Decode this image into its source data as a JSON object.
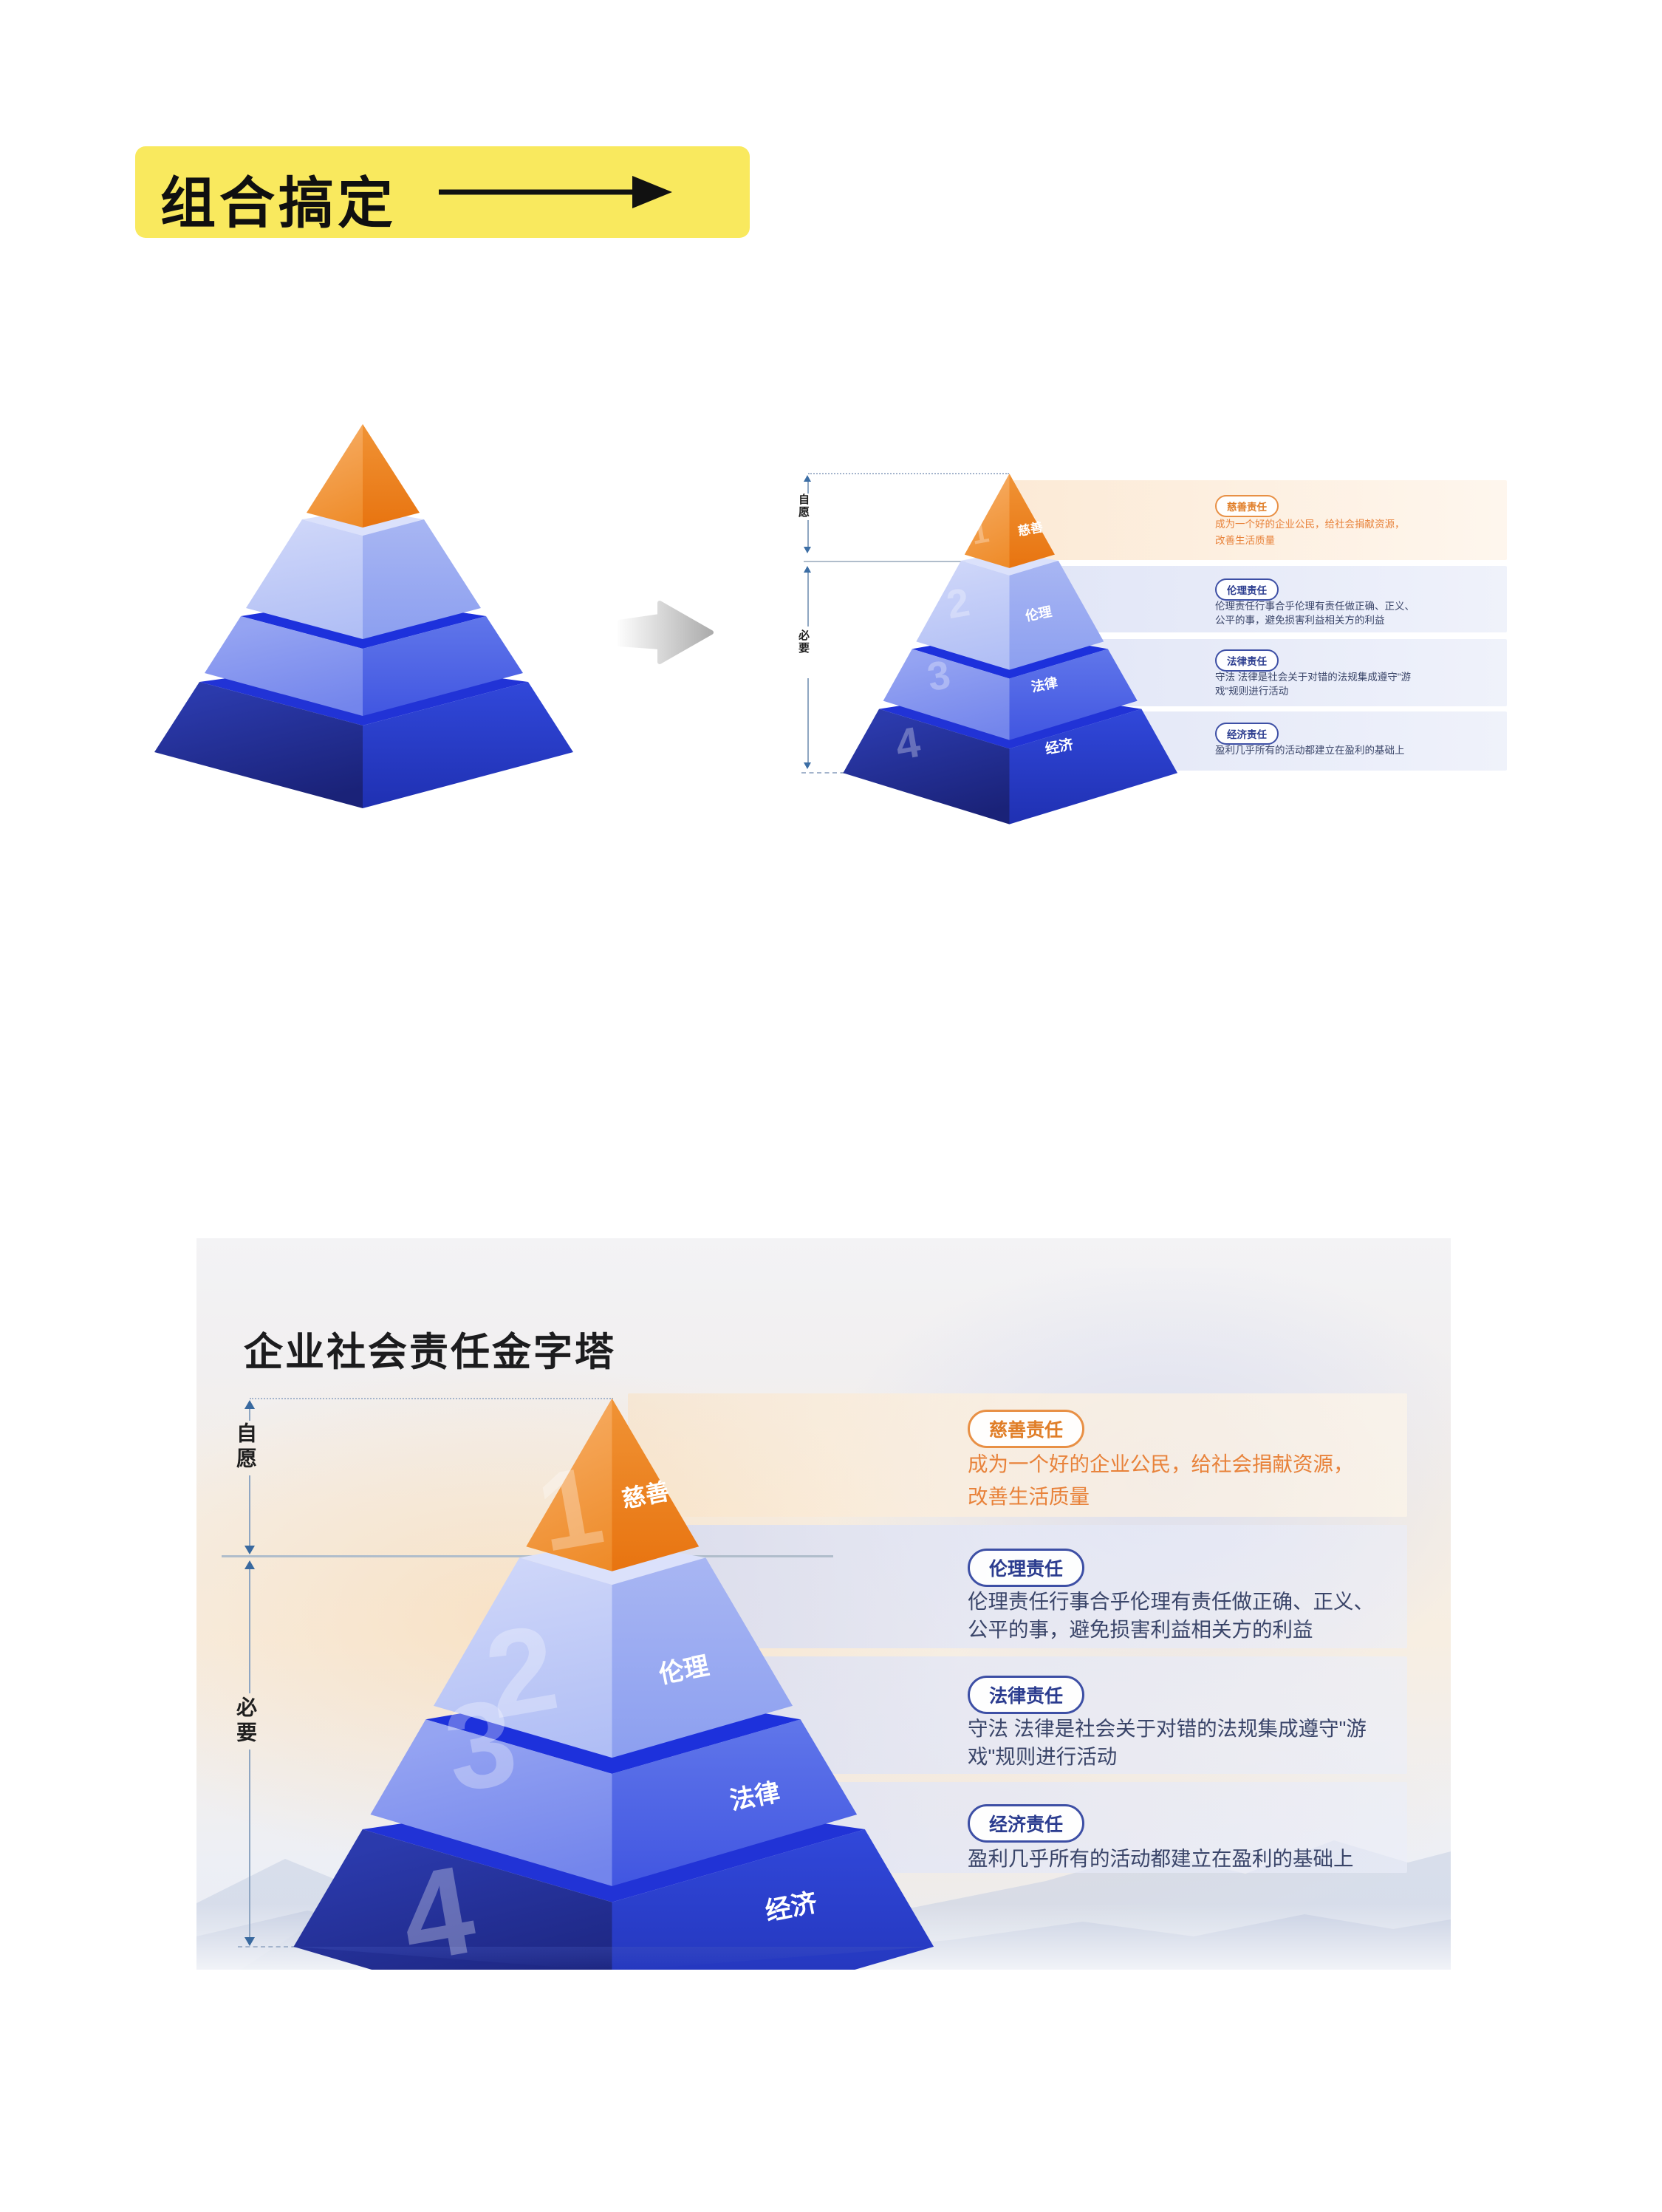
{
  "badge": {
    "label": "组合搞定"
  },
  "measure": {
    "top": "自愿",
    "bottom": "必要"
  },
  "levels": [
    {
      "num": "1",
      "label": "慈善",
      "pill": "慈善责任",
      "desc1": "成为一个好的企业公民，给社会捐献资源，",
      "desc2": "改善生活质量"
    },
    {
      "num": "2",
      "label": "伦理",
      "pill": "伦理责任",
      "desc1": "伦理责任行事合乎伦理有责任做正确、正义、",
      "desc2": "公平的事，避免损害利益相关方的利益"
    },
    {
      "num": "3",
      "label": "法律",
      "pill": "法律责任",
      "desc1": "守法 法律是社会关于对错的法规集成遵守\"游",
      "desc2": "戏\"规则进行活动"
    },
    {
      "num": "4",
      "label": "经济",
      "pill": "经济责任",
      "desc1": "盈利几乎所有的活动都建立在盈利的基础上"
    }
  ],
  "slide": {
    "title": "企业社会责任金字塔"
  },
  "icons": {
    "badge_arrow": "arrow-right-icon",
    "transform_arrow": "transform-arrow-icon"
  },
  "colors": {
    "badge_bg": "#F9E95E",
    "orange": "#ED8124",
    "blue_light": "#AEBDF4",
    "blue_mid": "#5E74E9",
    "blue_dark": "#2233B0",
    "pill_orange_border": "#E89045",
    "pill_blue_border": "#3D4FA5",
    "desc_orange": "#E8823A",
    "desc_navy": "#3A4569"
  }
}
